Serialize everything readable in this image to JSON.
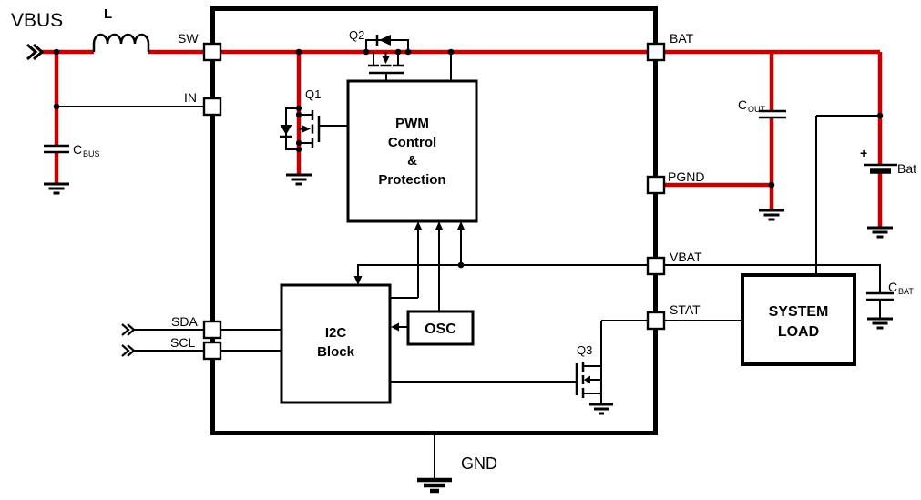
{
  "colors": {
    "wire_red": "#C40000",
    "wire_black": "#000000",
    "background": "#FFFFFF"
  },
  "source": {
    "label": "VBUS"
  },
  "inductor": {
    "label": "L"
  },
  "capacitors": {
    "cbus": {
      "base": "C",
      "sub": "BUS"
    },
    "cout": {
      "base": "C",
      "sub": "OUT"
    },
    "cbat": {
      "base": "C",
      "sub": "BAT"
    }
  },
  "battery": {
    "label": "Bat",
    "polarity": "+"
  },
  "transistors": {
    "q1": "Q1",
    "q2": "Q2",
    "q3": "Q3"
  },
  "ic": {
    "pins": {
      "sw": "SW",
      "in": "IN",
      "sda": "SDA",
      "scl": "SCL",
      "bat": "BAT",
      "pgnd": "PGND",
      "vbat": "VBAT",
      "stat": "STAT"
    },
    "ground_label": "GND"
  },
  "blocks": {
    "pwm": {
      "lines": [
        "PWM",
        "Control",
        "&",
        "Protection"
      ]
    },
    "i2c": {
      "lines": [
        "I2C",
        "Block"
      ]
    },
    "osc": {
      "label": "OSC"
    },
    "system_load": {
      "lines": [
        "SYSTEM",
        "LOAD"
      ]
    }
  }
}
